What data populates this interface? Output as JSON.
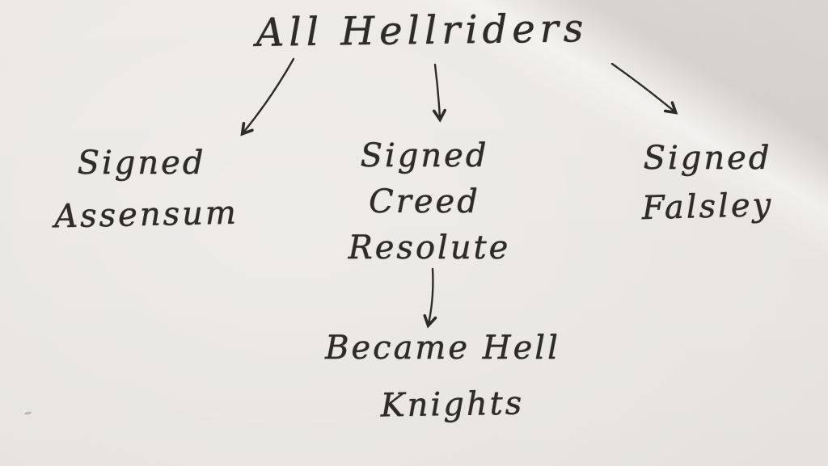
{
  "diagram": {
    "type": "handwritten-flowchart",
    "nodes": {
      "root": {
        "id": "root",
        "lines": [
          "All Hellriders"
        ]
      },
      "left": {
        "id": "left",
        "lines": [
          "Signed",
          "Assensum"
        ]
      },
      "center": {
        "id": "center",
        "lines": [
          "Signed",
          "Creed",
          "Resolute"
        ]
      },
      "right": {
        "id": "right",
        "lines": [
          "Signed",
          "Falsley"
        ]
      },
      "bottom": {
        "id": "bottom",
        "lines": [
          "Became Hell",
          "Knights"
        ]
      }
    },
    "edges": [
      {
        "from": "All Hellriders",
        "to": "Signed Assensum"
      },
      {
        "from": "All Hellriders",
        "to": "Signed Creed Resolute"
      },
      {
        "from": "All Hellriders",
        "to": "Signed Falsley"
      },
      {
        "from": "Signed Creed Resolute",
        "to": "Became Hell Knights"
      }
    ],
    "colors": {
      "ink": "#2e2c29",
      "paper": "#e9e6e2",
      "corner_shadow": "#d8d3cd"
    }
  }
}
